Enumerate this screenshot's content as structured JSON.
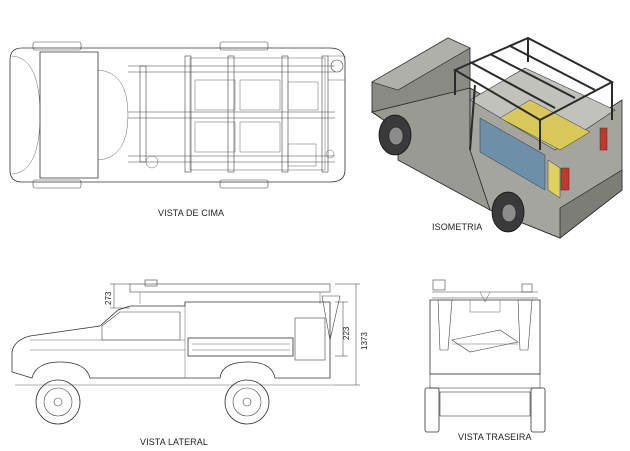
{
  "views": {
    "top": {
      "caption": "VISTA DE CIMA"
    },
    "iso": {
      "caption": "ISOMETRIA"
    },
    "side": {
      "caption": "VISTA LATERAL"
    },
    "rear": {
      "caption": "VISTA TRASEIRA"
    }
  },
  "dimensions": {
    "rack_height": "273",
    "mid_height": "223",
    "total_height": "1373"
  }
}
